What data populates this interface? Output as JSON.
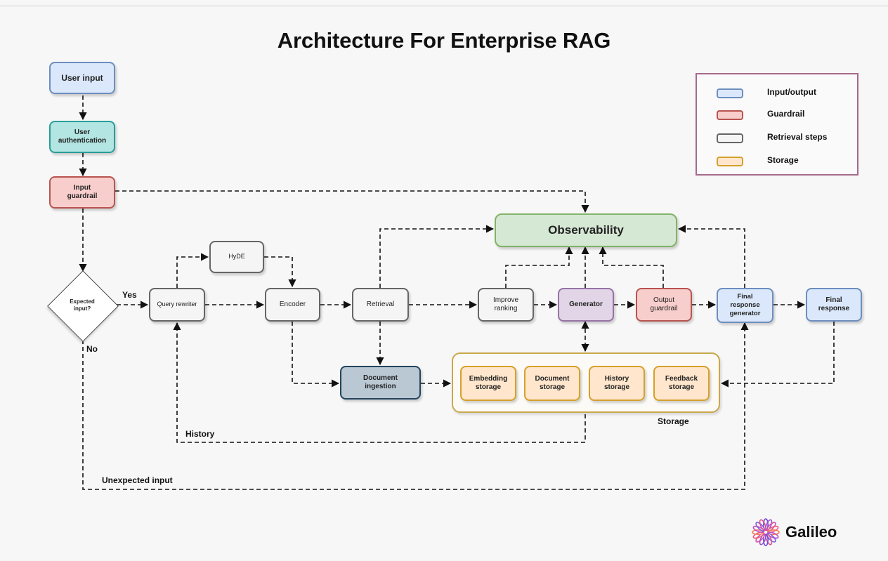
{
  "title": "Architecture For Enterprise RAG",
  "nodes": {
    "user_input": "User input",
    "user_auth": "User\nauthentication",
    "input_guardrail": "Input\nguardrail",
    "expected_input": "Expected\ninput?",
    "query_rewriter": "Query rewriter",
    "hyde": "HyDE",
    "encoder": "Encoder",
    "retrieval": "Retrieval",
    "improve_ranking": "Improve\nranking",
    "generator": "Generator",
    "output_guardrail": "Output\nguardrail",
    "final_response_generator": "Final\nresponse\ngenerator",
    "final_response": "Final\nresponse",
    "observability": "Observability",
    "document_ingestion": "Document\ningestion",
    "embedding_storage": "Embedding\nstorage",
    "document_storage": "Document\nstorage",
    "history_storage": "History\nstorage",
    "feedback_storage": "Feedback\nstorage"
  },
  "edge_labels": {
    "yes": "Yes",
    "no": "No",
    "history": "History",
    "unexpected_input": "Unexpected input",
    "storage": "Storage"
  },
  "legend": [
    {
      "label": "Input/output",
      "fill": "#dbe8fb",
      "stroke": "#6c8ebf"
    },
    {
      "label": "Guardrail",
      "fill": "#f8cecc",
      "stroke": "#b85450"
    },
    {
      "label": "Retrieval steps",
      "fill": "#f5f5f5",
      "stroke": "#666666"
    },
    {
      "label": "Storage",
      "fill": "#ffe6cc",
      "stroke": "#d6a02b"
    }
  ],
  "brand": {
    "name": "Galileo",
    "icon": "galileo-logo-icon"
  }
}
